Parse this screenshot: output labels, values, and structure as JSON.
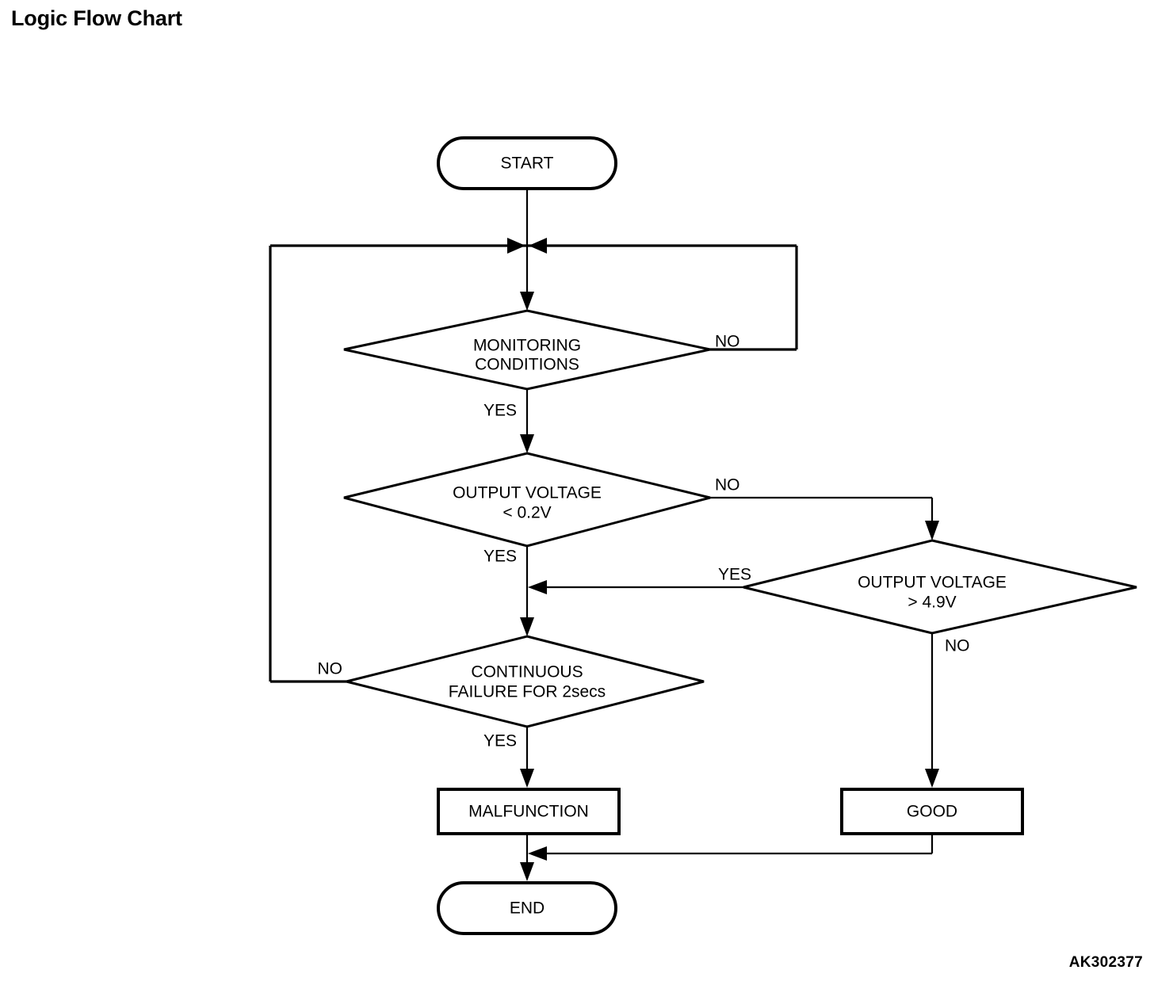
{
  "page": {
    "title": "Logic Flow Chart",
    "figure_id": "AK302377",
    "background_color": "#ffffff",
    "line_color": "#000000"
  },
  "chart_data": {
    "type": "diagram",
    "diagram_kind": "flowchart",
    "title": "Logic Flow Chart",
    "nodes": [
      {
        "id": "start",
        "shape": "terminator",
        "text": "START",
        "line1": "START",
        "line2": ""
      },
      {
        "id": "monitoring",
        "shape": "decision",
        "text": "MONITORING CONDITIONS",
        "line1": "MONITORING",
        "line2": "CONDITIONS"
      },
      {
        "id": "volt_low",
        "shape": "decision",
        "text": "OUTPUT VOLTAGE < 0.2V",
        "line1": "OUTPUT VOLTAGE",
        "line2": "< 0.2V"
      },
      {
        "id": "volt_high",
        "shape": "decision",
        "text": "OUTPUT VOLTAGE > 4.9V",
        "line1": "OUTPUT VOLTAGE",
        "line2": "> 4.9V"
      },
      {
        "id": "continuous",
        "shape": "decision",
        "text": "CONTINUOUS FAILURE FOR 2secs",
        "line1": "CONTINUOUS",
        "line2": "FAILURE FOR 2secs"
      },
      {
        "id": "malfunction",
        "shape": "process",
        "text": "MALFUNCTION",
        "line1": "MALFUNCTION",
        "line2": ""
      },
      {
        "id": "good",
        "shape": "process",
        "text": "GOOD",
        "line1": "GOOD",
        "line2": ""
      },
      {
        "id": "end",
        "shape": "terminator",
        "text": "END",
        "line1": "END",
        "line2": ""
      }
    ],
    "edges": [
      {
        "from": "start",
        "to": "monitoring",
        "label": ""
      },
      {
        "from": "monitoring",
        "to": "monitoring",
        "label": "NO"
      },
      {
        "from": "monitoring",
        "to": "volt_low",
        "label": "YES"
      },
      {
        "from": "volt_low",
        "to": "volt_high",
        "label": "NO"
      },
      {
        "from": "volt_low",
        "to": "continuous",
        "label": "YES"
      },
      {
        "from": "volt_high",
        "to": "continuous",
        "label": "YES"
      },
      {
        "from": "volt_high",
        "to": "good",
        "label": "NO"
      },
      {
        "from": "continuous",
        "to": "monitoring",
        "label": "NO"
      },
      {
        "from": "continuous",
        "to": "malfunction",
        "label": "YES"
      },
      {
        "from": "malfunction",
        "to": "end",
        "label": ""
      },
      {
        "from": "good",
        "to": "end",
        "label": ""
      }
    ],
    "edge_labels": {
      "monitoring_no": "NO",
      "monitoring_yes": "YES",
      "volt_low_no": "NO",
      "volt_low_yes": "YES",
      "volt_high_yes": "YES",
      "volt_high_no": "NO",
      "continuous_no": "NO",
      "continuous_yes": "YES"
    }
  }
}
